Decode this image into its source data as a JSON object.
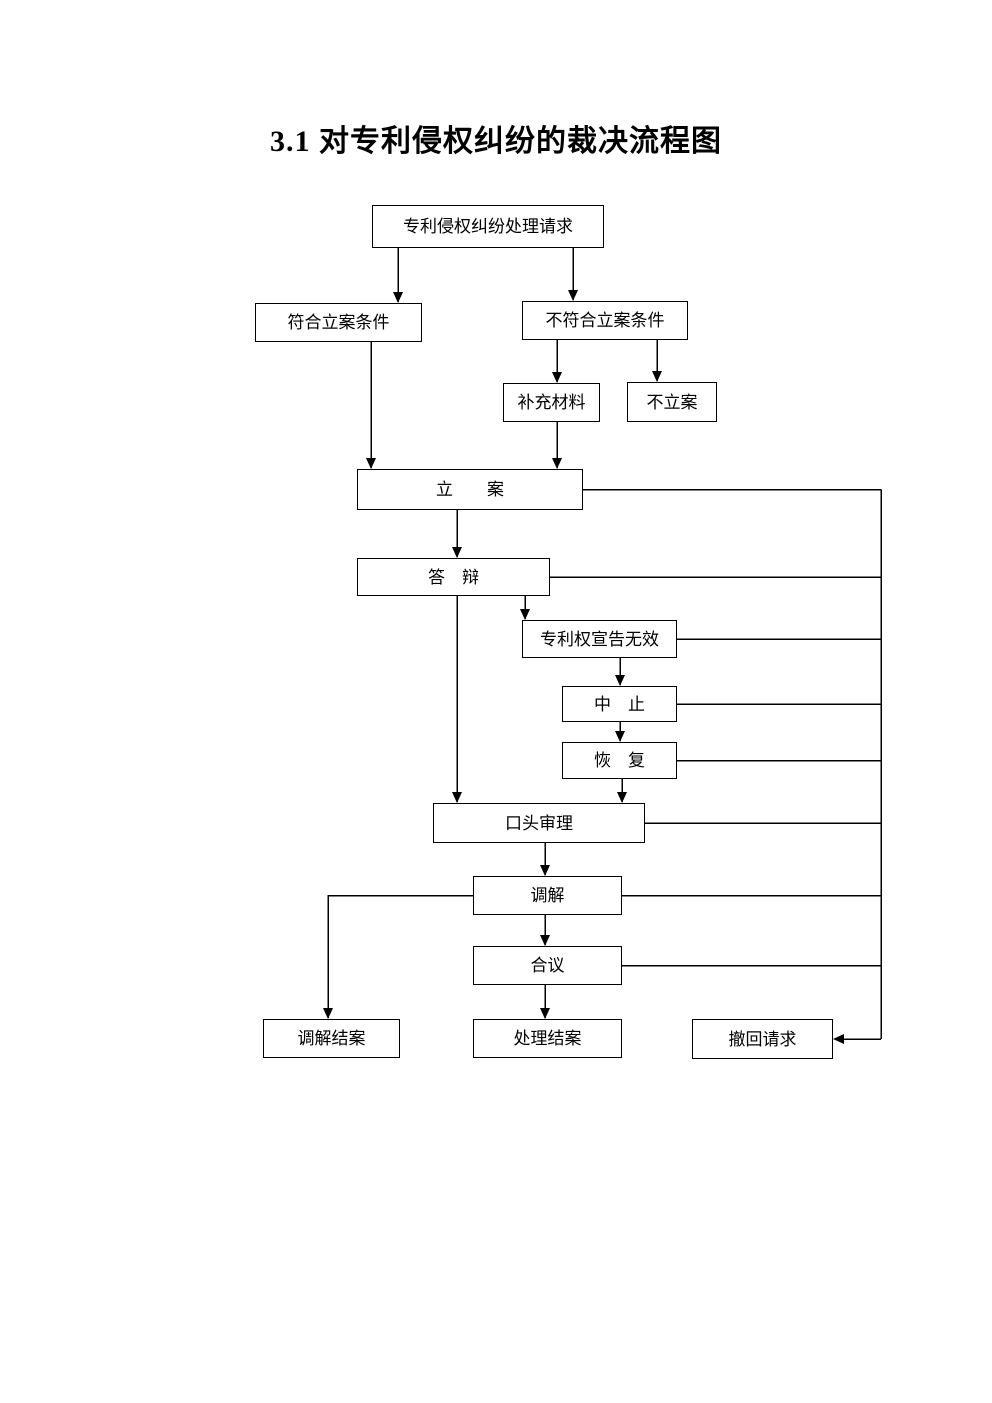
{
  "title": "3.1 对专利侵权纠纷的裁决流程图",
  "nodes": {
    "request": "专利侵权纠纷处理请求",
    "meets_filing_criteria": "符合立案条件",
    "not_meets_filing_criteria": "不符合立案条件",
    "supplement_materials": "补充材料",
    "no_case_filing": "不立案",
    "case_filing": "立　　案",
    "defense_reply": "答　辩",
    "patent_declared_invalid": "专利权宣告无效",
    "suspension": "中　止",
    "resumption": "恢　复",
    "oral_hearing": "口头审理",
    "mediation": "调解",
    "panel_deliberation": "合议",
    "mediation_case_closed": "调解结案",
    "decision_case_closed": "处理结案",
    "withdraw_request": "撤回请求"
  },
  "colors": {
    "background": "#ffffff",
    "box_fill": "#ffffff",
    "box_border": "#000000",
    "line": "#000000",
    "text": "#000000"
  }
}
